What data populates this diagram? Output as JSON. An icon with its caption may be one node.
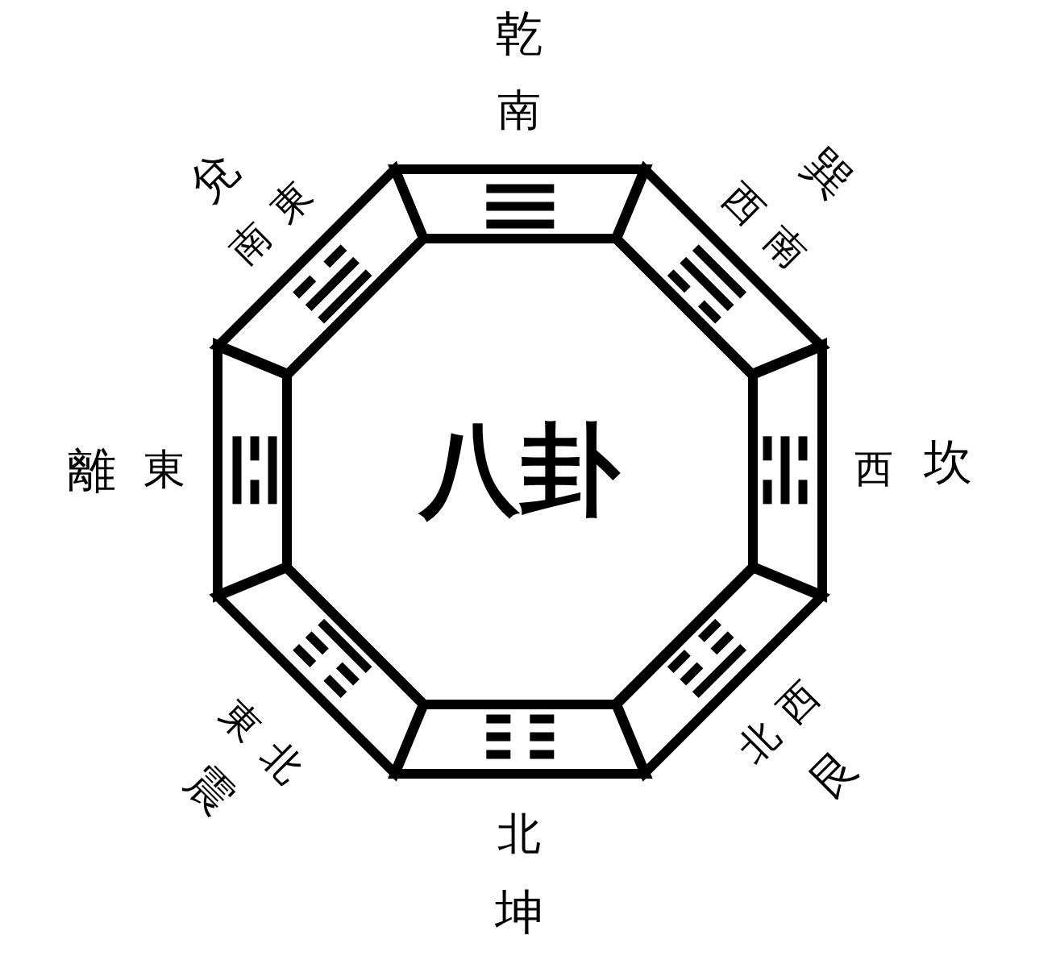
{
  "diagram": {
    "nodes": [
      {
        "text": [],
        "shape": "trapezoid",
        "beside": [
          "乾",
          "南"
        ]
      },
      {
        "text": [],
        "shape": "trapezoid",
        "beside": [
          "兌",
          "南東"
        ]
      },
      {
        "text": [],
        "shape": "trapezoid",
        "beside": [
          "巽",
          "西南"
        ]
      },
      {
        "text": [],
        "shape": "trapezoid",
        "beside": [
          "離",
          "東"
        ]
      },
      {
        "text": [
          "八卦"
        ]
      },
      {
        "text": [],
        "shape": "trapezoid",
        "beside": [
          "西",
          "坎"
        ]
      },
      {
        "text": [],
        "shape": "trapezoid",
        "beside": [
          "東北",
          "震"
        ]
      },
      {
        "text": [],
        "shape": "trapezoid",
        "beside": [
          "北西",
          "艮"
        ]
      },
      {
        "text": [],
        "shape": "trapezoid",
        "beside": [
          "北",
          "坤"
        ]
      }
    ]
  }
}
